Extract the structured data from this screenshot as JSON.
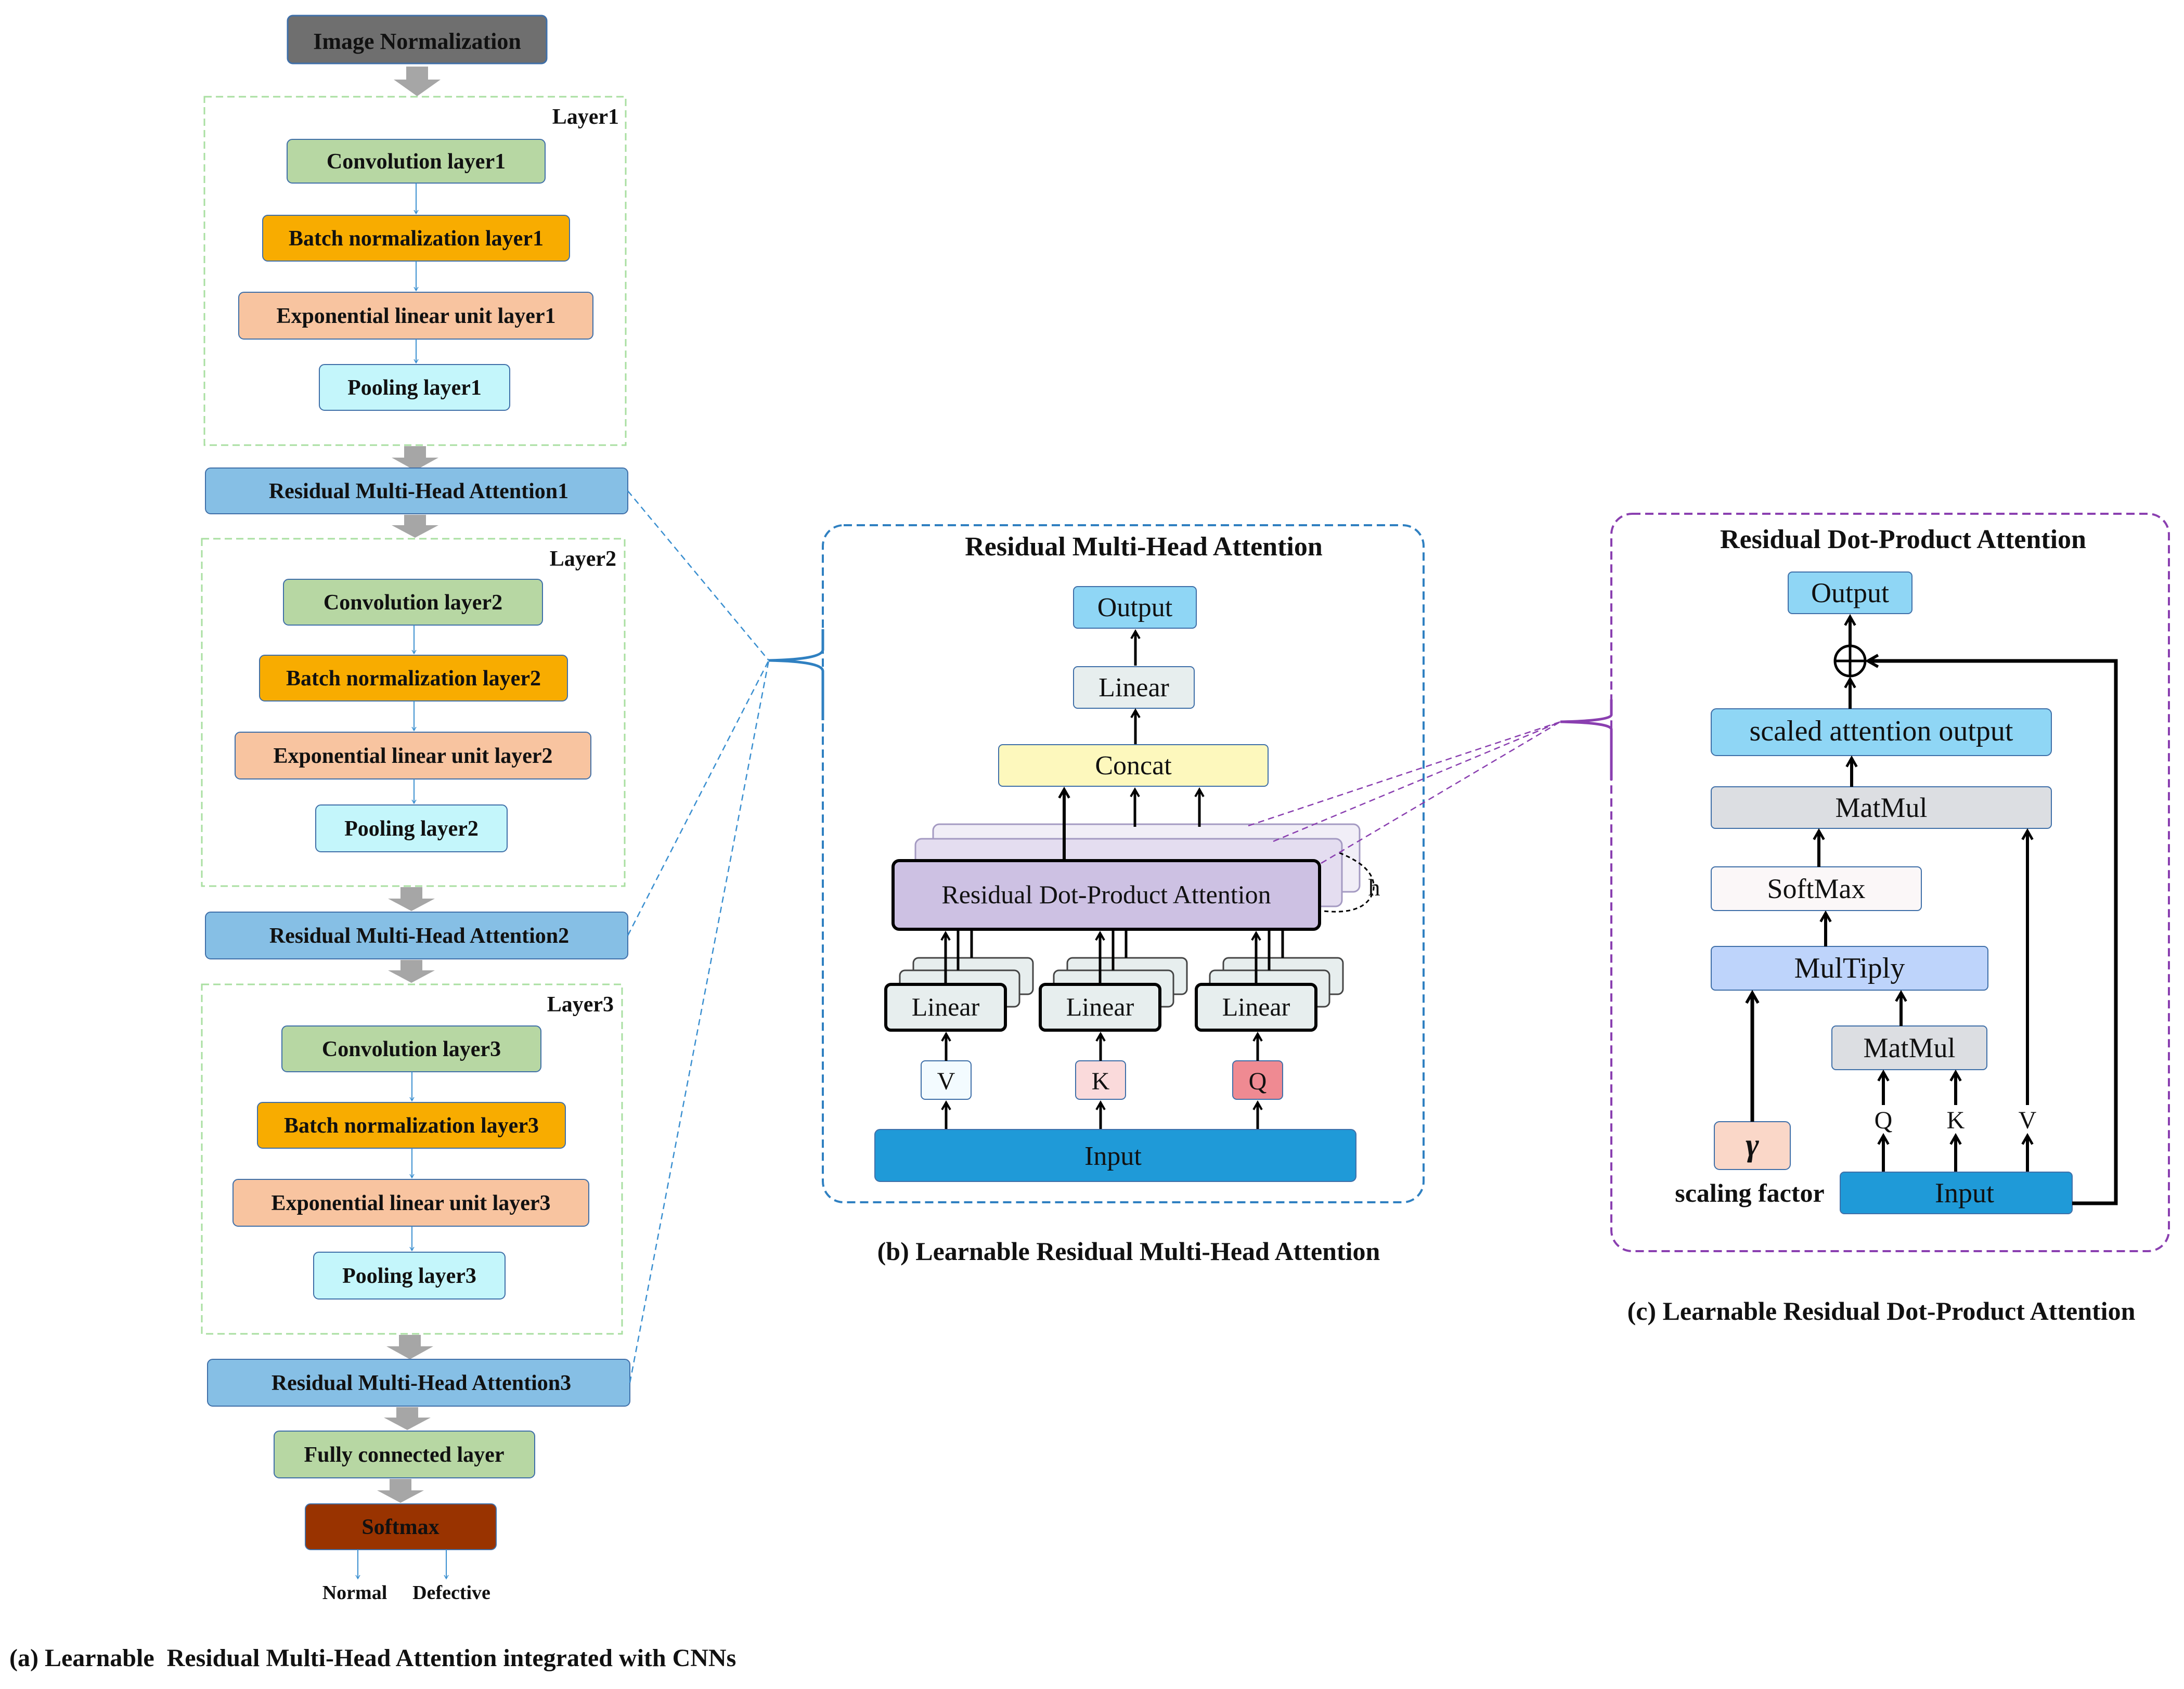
{
  "panel_a": {
    "input": "Image Normalization",
    "layers": [
      {
        "name": "Layer1",
        "blocks": [
          "Convolution layer1",
          "Batch normalization layer1",
          "Exponential linear unit layer1",
          "Pooling layer1"
        ],
        "attention": "Residual Multi-Head Attention1"
      },
      {
        "name": "Layer2",
        "blocks": [
          "Convolution layer2",
          "Batch normalization layer2",
          "Exponential linear unit layer2",
          "Pooling layer2"
        ],
        "attention": "Residual Multi-Head Attention2"
      },
      {
        "name": "Layer3",
        "blocks": [
          "Convolution layer3",
          "Batch normalization layer3",
          "Exponential linear unit layer3",
          "Pooling layer3"
        ],
        "attention": "Residual Multi-Head Attention3"
      }
    ],
    "fully_connected": "Fully connected layer",
    "softmax": "Softmax",
    "outputs": [
      "Normal",
      "Defective"
    ],
    "caption": "(a) Learnable  Residual Multi-Head Attention integrated with CNNs"
  },
  "panel_b": {
    "title": "Residual Multi-Head Attention",
    "output": "Output",
    "linear_top": "Linear",
    "concat": "Concat",
    "rdpa": "Residual Dot-Product Attention",
    "heads_label": "h",
    "linear_heads": [
      "Linear",
      "Linear",
      "Linear"
    ],
    "vkq": [
      "V",
      "K",
      "Q"
    ],
    "input": "Input",
    "caption": "(b) Learnable Residual Multi-Head Attention"
  },
  "panel_c": {
    "title": "Residual Dot-Product Attention",
    "output": "Output",
    "scaled_output": "scaled attention output",
    "matmul_top": "MatMul",
    "softmax": "SoftMax",
    "multiply": "MulTiply",
    "matmul_inner": "MatMul",
    "qkv": [
      "Q",
      "K",
      "V"
    ],
    "gamma": "γ",
    "scaling_factor": "scaling factor",
    "input": "Input",
    "caption": "(c) Learnable Residual Dot-Product Attention"
  },
  "colors": {
    "image_norm": "#6f6f6f",
    "convolution": "#b7d7a3",
    "batch_norm": "#f8ac00",
    "elu": "#f8c4a0",
    "pooling": "#c4f6fb",
    "attention": "#86bfe5",
    "fully_connected": "#b7d7a3",
    "softmax": "#993300",
    "layer_border": "#a9dfa1",
    "b_border": "#2f80c1",
    "c_border": "#8a3fb0",
    "b_output": "#8fd6f5",
    "b_linear_top": "#e7eeee",
    "b_concat": "#fdf8bd",
    "b_rdpa": "#cdc1e3",
    "b_v": "#f3fbff",
    "b_k": "#fadadb",
    "b_q": "#ef8a92",
    "b_input": "#1f9ad8",
    "c_output": "#8fd6f5",
    "c_scaled": "#8fd6f5",
    "c_matmul": "#dcdee2",
    "c_softmax": "#fbf7f8",
    "c_multiply": "#bed4fb",
    "c_gamma": "#fad7c8",
    "c_input": "#1f9ad8"
  }
}
